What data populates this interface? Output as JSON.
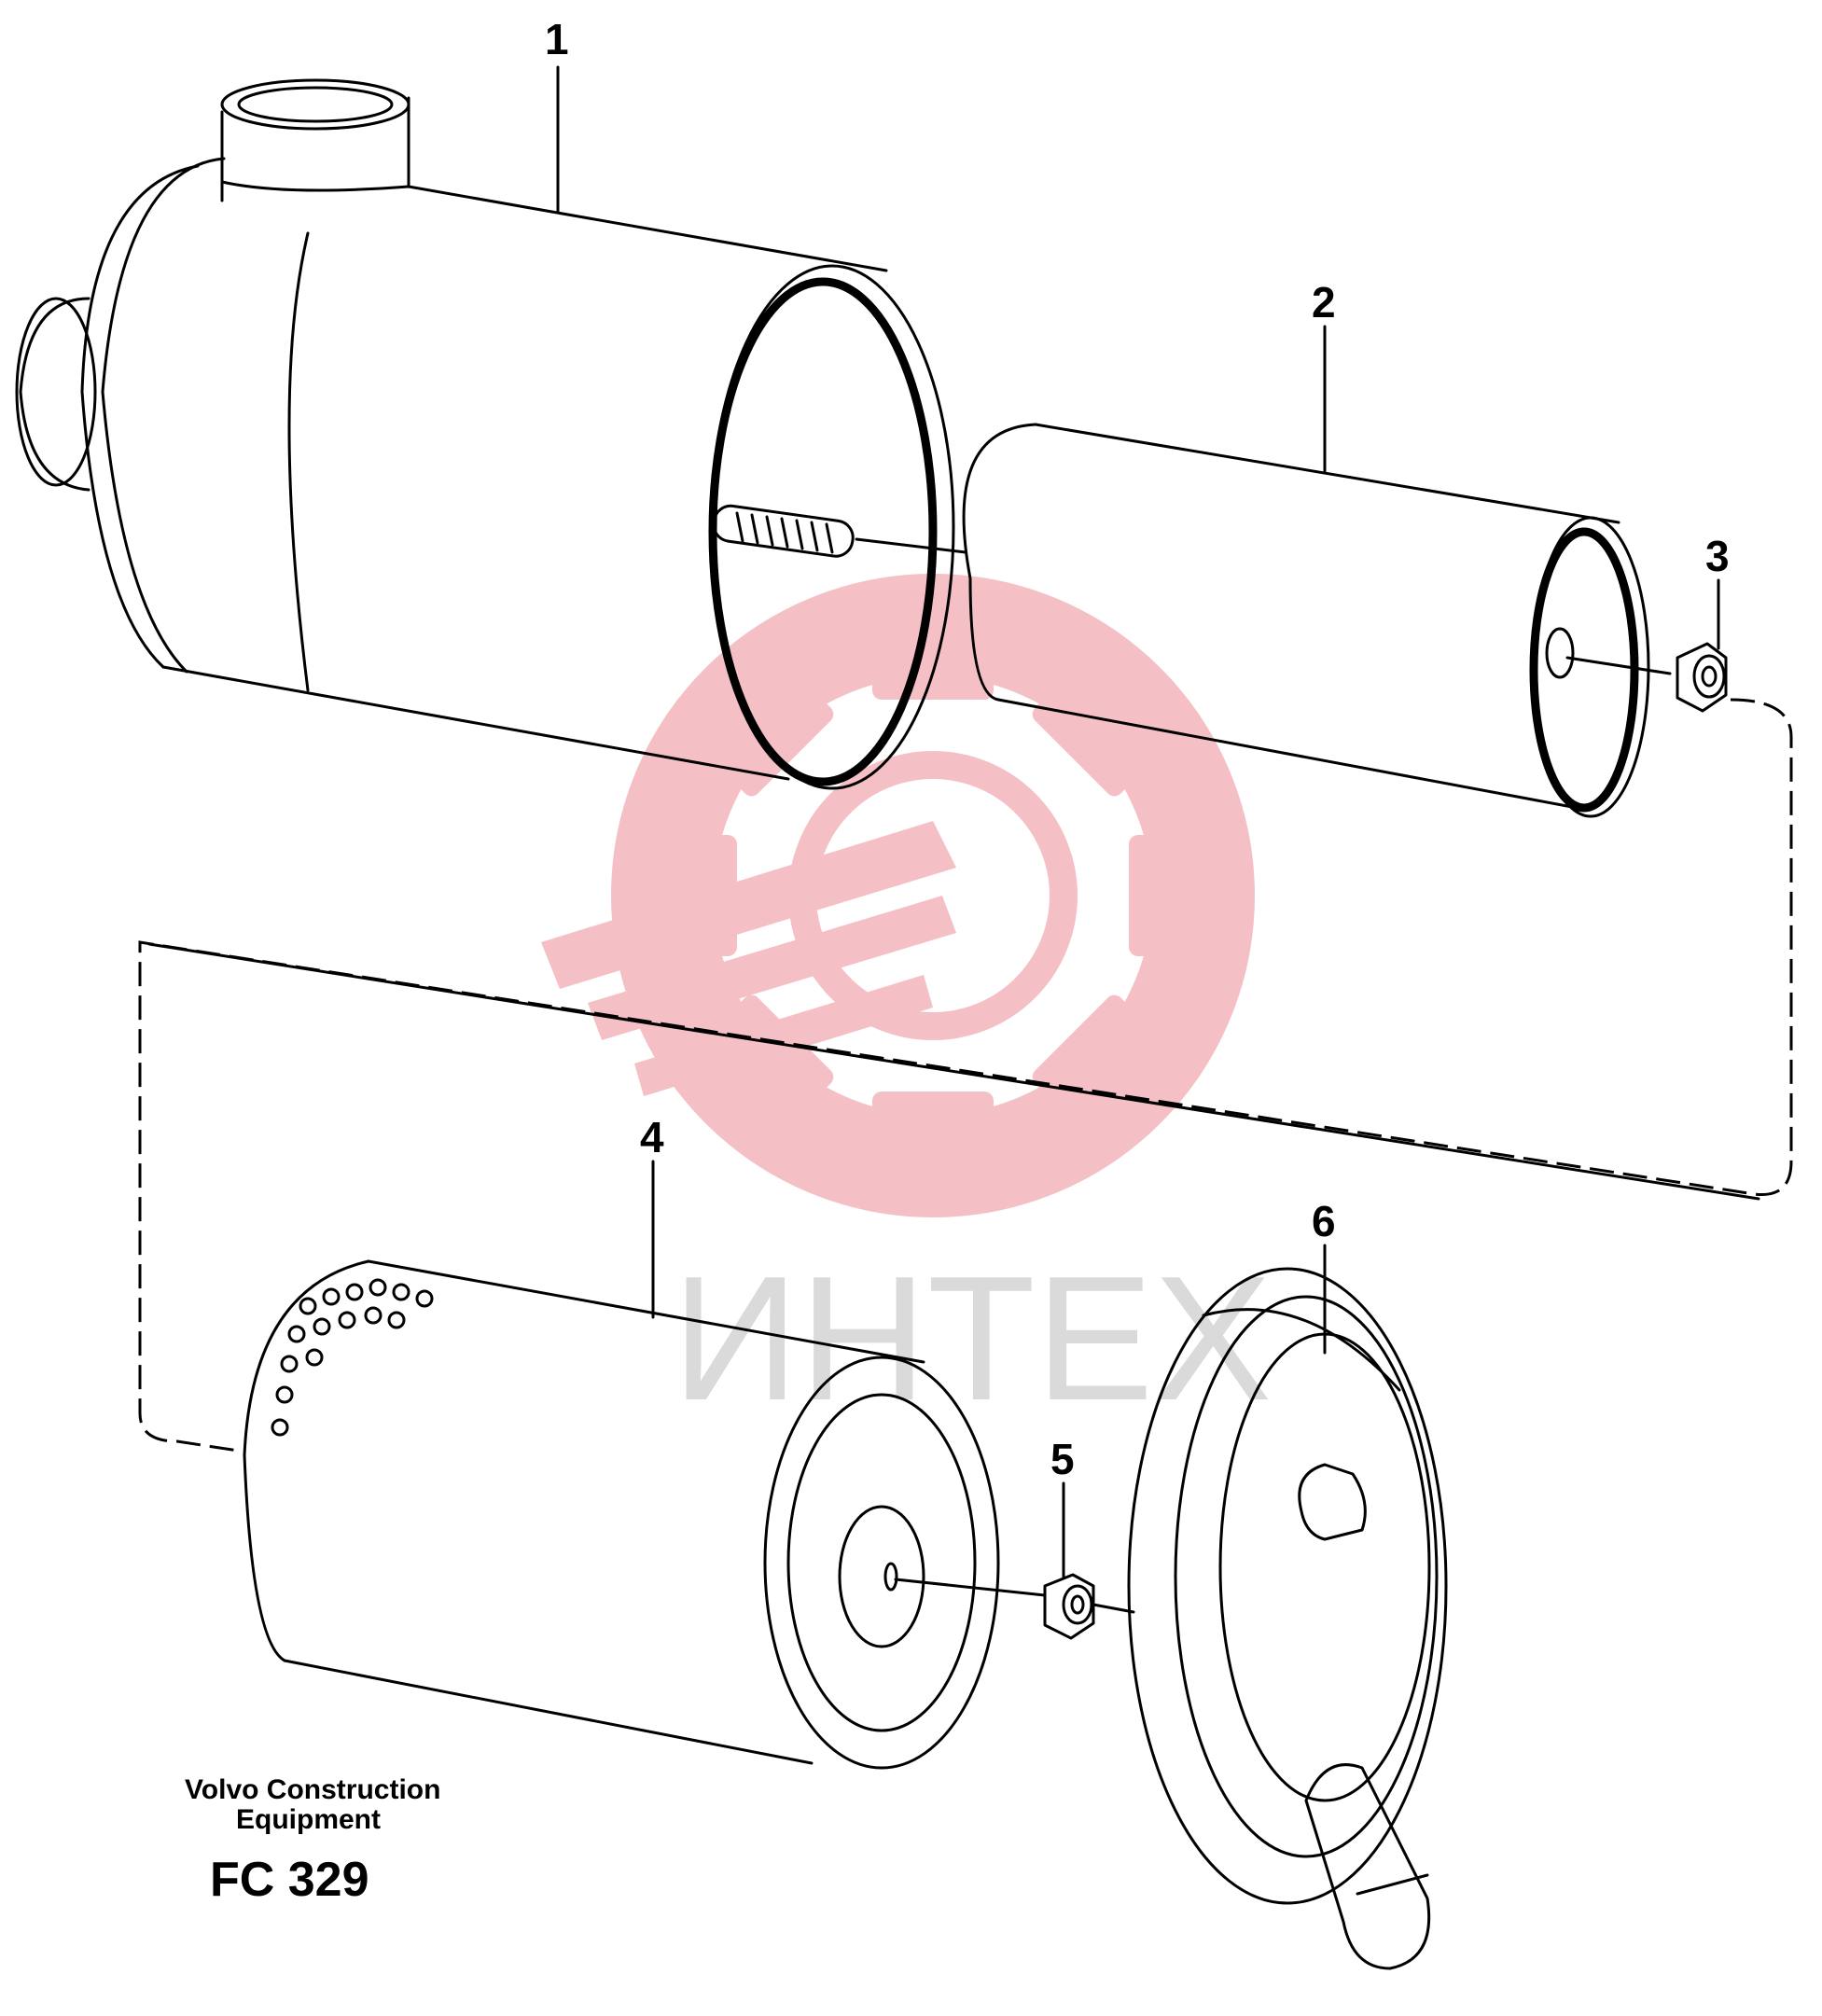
{
  "callouts": [
    "1",
    "2",
    "3",
    "4",
    "5",
    "6"
  ],
  "caption": {
    "line1": "Volvo Construction",
    "line2": "Equipment",
    "code": "FC 329"
  },
  "watermark": {
    "text": "ИНТЕХ",
    "gear_color": "#f3b6bb",
    "text_color": "#d4d4d4"
  }
}
